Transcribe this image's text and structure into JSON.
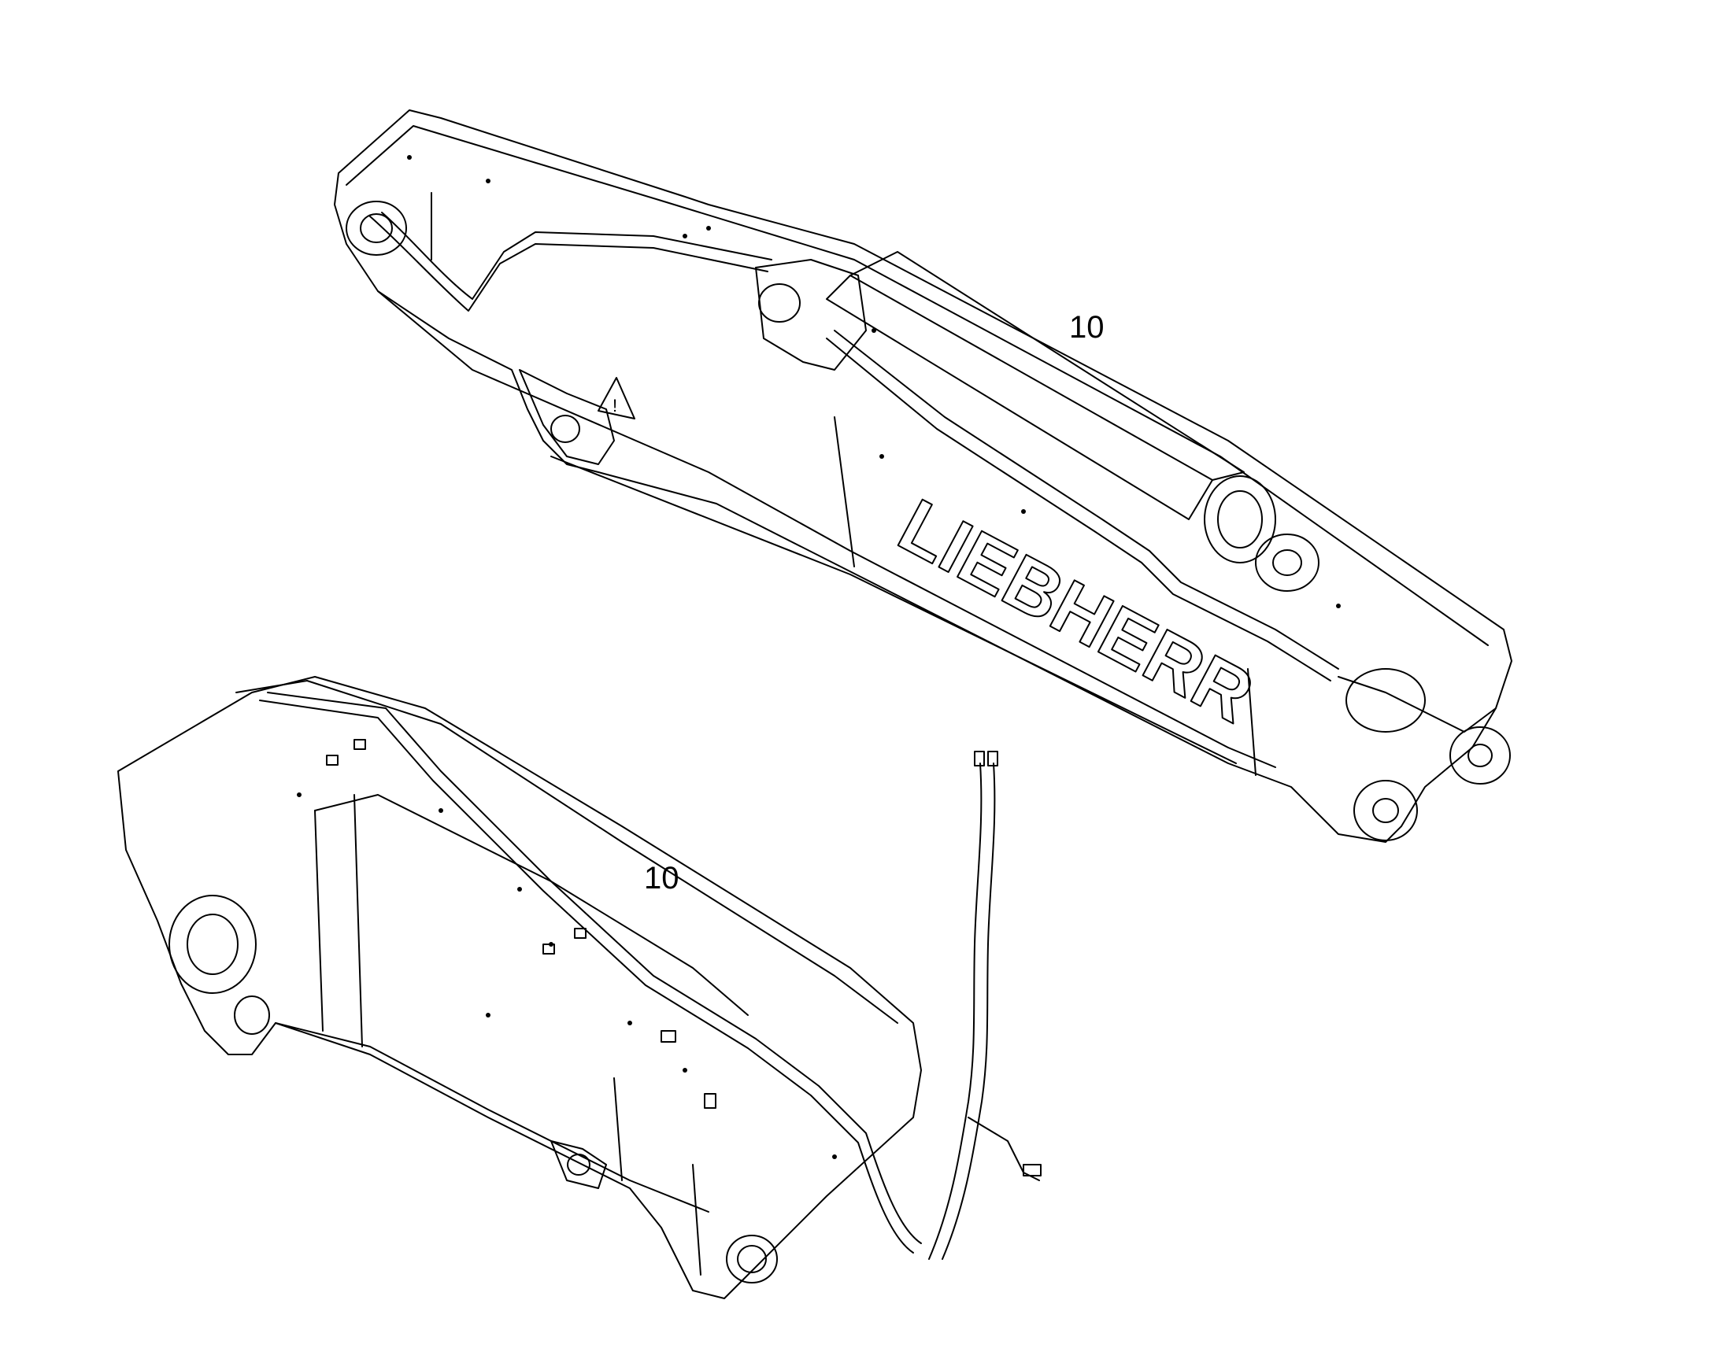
{
  "diagram": {
    "callouts": [
      {
        "id": "arm-callout",
        "label": "10"
      },
      {
        "id": "boom-callout",
        "label": "10"
      }
    ],
    "brand_lettering": "LIEBHERR",
    "warning_symbol": "!",
    "colors": {
      "line": "#000000",
      "background": "#ffffff"
    },
    "icons": [
      "warning-triangle-icon"
    ]
  }
}
